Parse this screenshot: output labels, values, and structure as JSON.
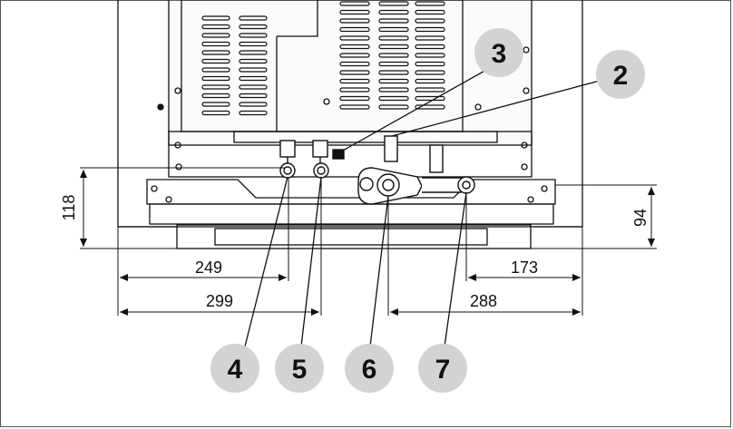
{
  "dimensions": {
    "left_height": "118",
    "right_height": "94",
    "w_249": "249",
    "w_299": "299",
    "w_173": "173",
    "w_288": "288"
  },
  "callouts": [
    "2",
    "3",
    "4",
    "5",
    "6",
    "7"
  ],
  "colors": {
    "line": "#111111",
    "callout_fill": "#d3d3d3",
    "panel_fill": "#f4f4f4"
  }
}
